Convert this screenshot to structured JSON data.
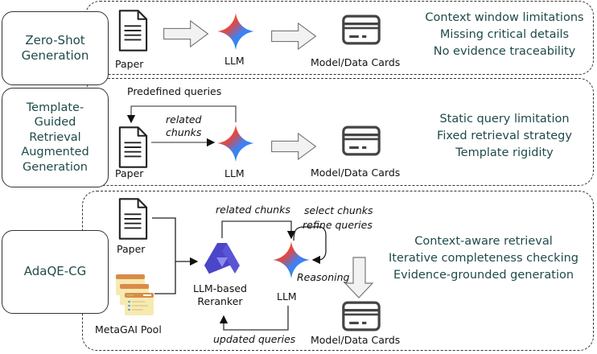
{
  "rows": [
    {
      "method": "Zero-Shot Generation",
      "method_lines": [
        "Zero-Shot",
        "Generation"
      ],
      "paper_label": "Paper",
      "llm_label": "LLM",
      "output_label": "Model/Data Cards",
      "issues": [
        "Context window limitations",
        "Missing critical details",
        "No evidence traceability"
      ]
    },
    {
      "method": "Template-Guided Retrieval Augmented Generation",
      "method_lines": [
        "Template-",
        "Guided",
        "Retrieval",
        "Augmented",
        "Generation"
      ],
      "paper_label": "Paper",
      "llm_label": "LLM",
      "output_label": "Model/Data Cards",
      "loop_label": "Predefined queries",
      "edge_label_lines": [
        "related",
        "chunks"
      ],
      "issues": [
        "Static query limitation",
        "Fixed retrieval strategy",
        "Template rigidity"
      ]
    },
    {
      "method": "AdaQE-CG",
      "paper_label": "Paper",
      "pool_label": "MetaGAI Pool",
      "reranker_lines": [
        "LLM-based",
        "Reranker"
      ],
      "llm_label": "LLM",
      "output_label": "Model/Data Cards",
      "edge_related": "related chunks",
      "edge_select": "select chunks",
      "edge_refine": "refine queries",
      "edge_reasoning": "Reasoning",
      "edge_updated": "updated queries",
      "issues": [
        "Context-aware retrieval",
        "Iterative completeness checking",
        "Evidence-grounded generation"
      ]
    }
  ],
  "colors": {
    "issue_text": "#1f4a4a",
    "reranker": "#4b45c8",
    "pool_header": "#d98b4a",
    "pool_body": "#f7eab0"
  }
}
